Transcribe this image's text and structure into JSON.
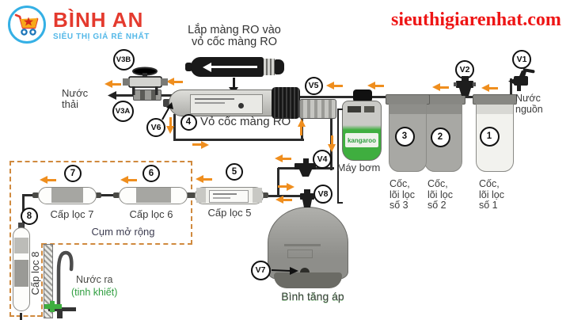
{
  "header": {
    "brand": "BÌNH AN",
    "tagline": "SIÊU THỊ GIÁ RẺ NHẤT",
    "website": "sieuthigiarenhat.com"
  },
  "instruction": "Lắp màng RO vào\nvỏ cốc màng RO",
  "labels": {
    "waste_water": "Nước thải",
    "source_water": "Nước nguồn",
    "ro_housing": "Vỏ cốc màng RO",
    "pump": "Máy bơm",
    "pump_brand": "kangaroo",
    "tank": "Bình tăng áp",
    "expansion_group": "Cụm mở rộng",
    "pure_out_line1": "Nước ra",
    "pure_out_line2": "(tinh khiết)",
    "stage5": "Cấp lọc 5",
    "stage6": "Cấp lọc 6",
    "stage7": "Cấp lọc 7",
    "stage8": "Cấp lọc 8",
    "cartridge1": "Cốc,\nlõi lọc\nsố 1",
    "cartridge2": "Cốc,\nlõi lọc\nsố 2",
    "cartridge3": "Cốc,\nlõi lọc\nsố 3"
  },
  "valves": [
    "V1",
    "V2",
    "V3A",
    "V3B",
    "V4",
    "V5",
    "V6",
    "V7",
    "V8"
  ],
  "stage_numbers": [
    "1",
    "2",
    "3",
    "4",
    "5",
    "6",
    "7",
    "8"
  ],
  "colors": {
    "flow_arrow": "#ef8e1e",
    "brand_red": "#e43a2e",
    "brand_blue": "#54b8e8",
    "website_red": "#ee1515",
    "pump_green": "#3fae3f",
    "dashed_box": "#d08a3e"
  }
}
